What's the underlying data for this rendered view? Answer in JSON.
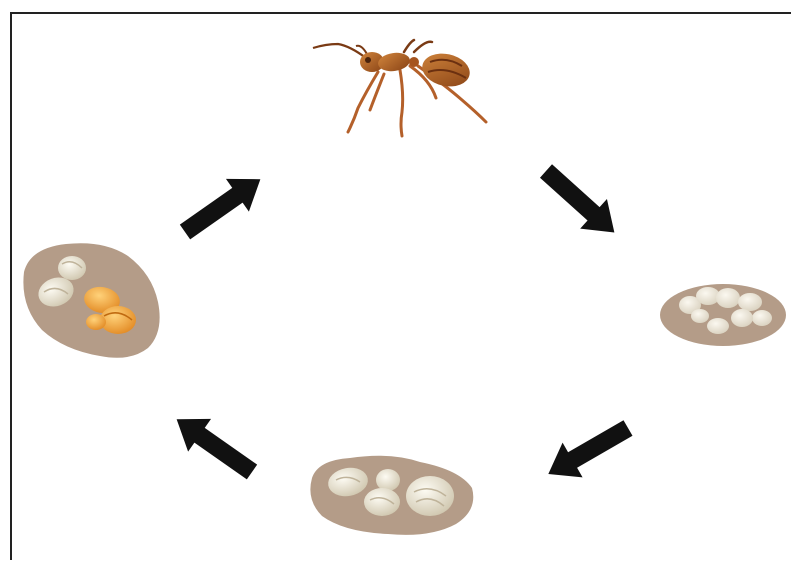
{
  "colors": {
    "arrow": "#111111",
    "mound": "#b49c88",
    "mound_edge": "#a08770",
    "egg": "#f1ece0",
    "egg_shade": "#d9d1bf",
    "ant_body": "#b4602a",
    "ant_dark": "#7a3a14",
    "pupa_orange": "#e89a2e",
    "frame": "#222222"
  },
  "stages": [
    {
      "id": "adult",
      "icon": "ant-icon"
    },
    {
      "id": "eggs",
      "icon": "eggs-icon"
    },
    {
      "id": "larvae",
      "icon": "larvae-icon"
    },
    {
      "id": "pupae",
      "icon": "pupae-icon"
    }
  ]
}
